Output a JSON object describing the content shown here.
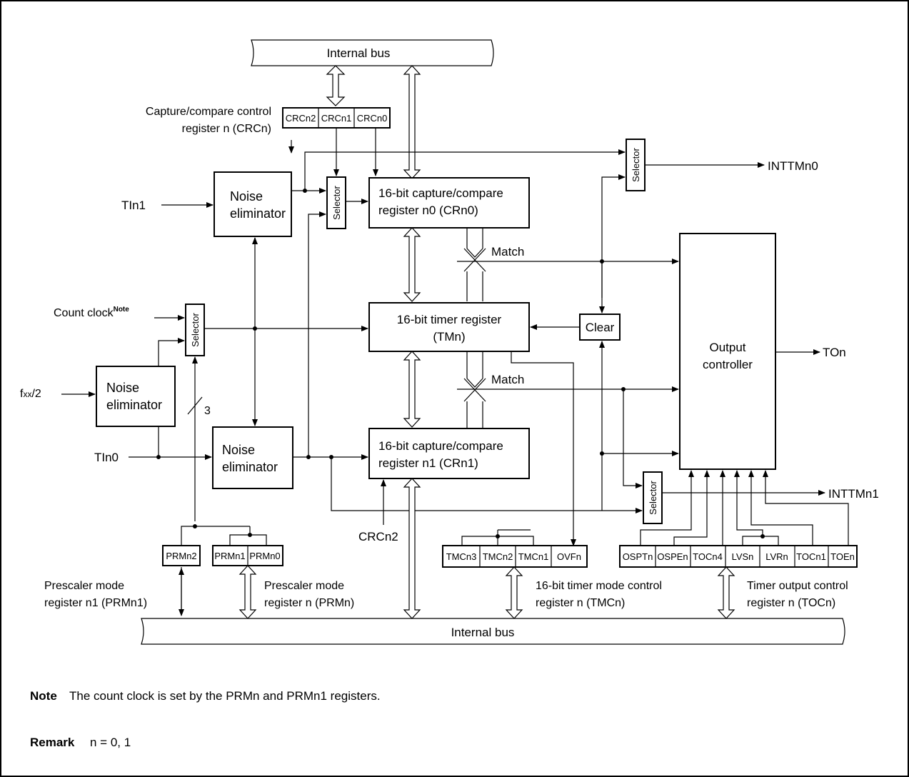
{
  "bus": {
    "top": "Internal bus",
    "bottom": "Internal bus"
  },
  "crc": {
    "label_line1": "Capture/compare control",
    "label_line2": "register n (CRCn)",
    "bits": [
      "CRCn2",
      "CRCn1",
      "CRCn0"
    ],
    "crcn2_signal": "CRCn2"
  },
  "selector_label": "Selector",
  "noise_eliminator": {
    "line1": "Noise",
    "line2": "eliminator"
  },
  "inputs": {
    "tin1": "TIn1",
    "tin0": "TIn0",
    "count_clock": "Count clock",
    "note_sup": "Note",
    "fxx": "fxx/2",
    "fxx_main": "f",
    "fxx_sub": "xx",
    "fxx_tail": "/2",
    "bus_width": "3"
  },
  "crn0": {
    "line1": "16-bit capture/compare",
    "line2": "register n0 (CRn0)"
  },
  "crn1": {
    "line1": "16-bit capture/compare",
    "line2": "register n1 (CRn1)"
  },
  "tmn": {
    "line1": "16-bit timer register",
    "line2": "(TMn)"
  },
  "match_label": "Match",
  "clear_label": "Clear",
  "output_controller": {
    "line1": "Output",
    "line2": "controller"
  },
  "outputs": {
    "inttmn0": "INTTMn0",
    "inttmn1": "INTTMn1",
    "ton": "TOn"
  },
  "prm": {
    "prmn2": "PRMn2",
    "bits": [
      "PRMn1",
      "PRMn0"
    ],
    "label_n1_line1": "Prescaler mode",
    "label_n1_line2": "register n1 (PRMn1)",
    "label_n_line1": "Prescaler mode",
    "label_n_line2": "register n (PRMn)"
  },
  "tmc": {
    "bits": [
      "TMCn3",
      "TMCn2",
      "TMCn1",
      "OVFn"
    ],
    "label_line1": "16-bit timer mode control",
    "label_line2": "register n (TMCn)"
  },
  "toc": {
    "bits": [
      "OSPTn",
      "OSPEn",
      "TOCn4",
      "LVSn",
      "LVRn",
      "TOCn1",
      "TOEn"
    ],
    "label_line1": "Timer output control",
    "label_line2": "register n (TOCn)"
  },
  "note": {
    "label": "Note",
    "text": "The count clock is set by the PRMn and PRMn1 registers."
  },
  "remark": {
    "label": "Remark",
    "text": "n = 0, 1"
  }
}
